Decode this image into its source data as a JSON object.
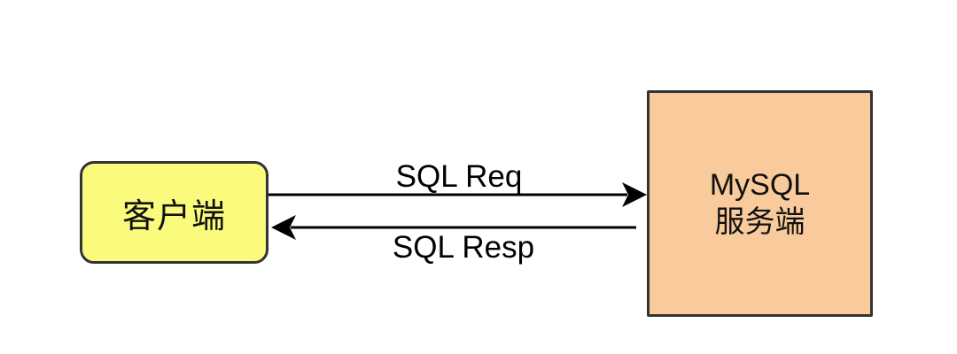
{
  "diagram": {
    "title": "MySQL client-server request flow",
    "background_color": "#ffffff",
    "nodes": {
      "client": {
        "label": "客户端",
        "fill": "#fafa7d",
        "border_color": "#333333",
        "shape": "rounded-rectangle"
      },
      "server": {
        "label_line1": "MySQL",
        "label_line2": "服务端",
        "fill": "#f9cb9c",
        "border_color": "#333333",
        "shape": "rectangle"
      }
    },
    "arrows": {
      "color": "#000000",
      "request": {
        "label": "SQL Req",
        "direction": "client-to-server"
      },
      "response": {
        "label": "SQL Resp",
        "direction": "server-to-client"
      }
    }
  }
}
